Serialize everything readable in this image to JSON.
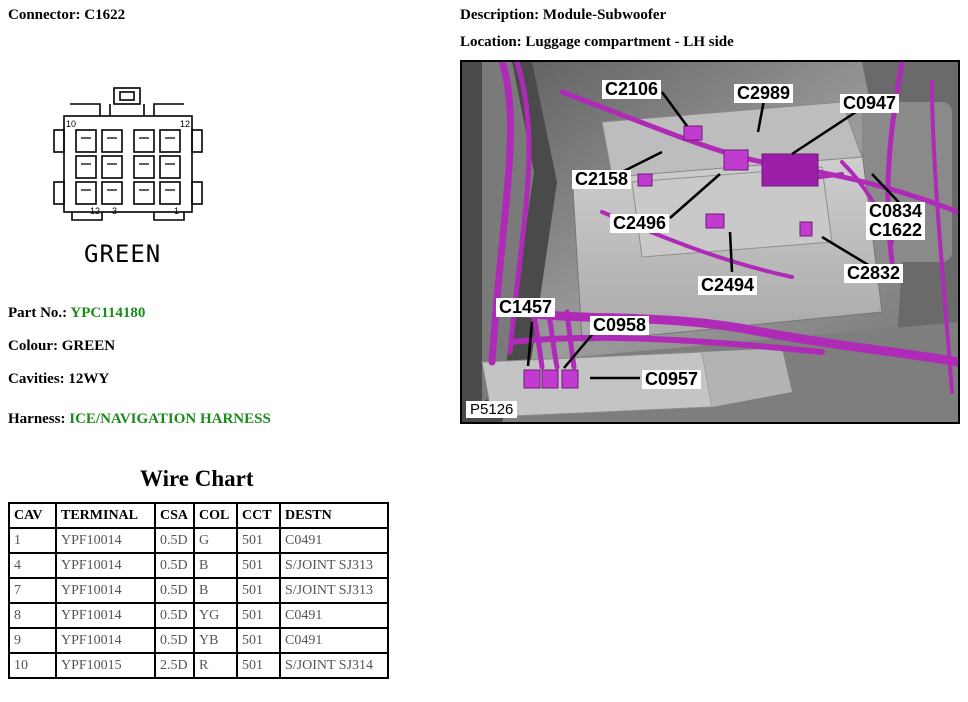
{
  "connector": {
    "label": "Connector:",
    "value": "C1622",
    "colour_text": "GREEN"
  },
  "connector_face": {
    "pins_top": [
      "10",
      "12"
    ],
    "pins_bottom": [
      "12",
      "3",
      "1"
    ]
  },
  "description": {
    "label": "Description:",
    "value": "Module-Subwoofer"
  },
  "location": {
    "label": "Location:",
    "value": "Luggage compartment - LH side"
  },
  "part": {
    "label": "Part No.:",
    "value": "YPC114180"
  },
  "colour": {
    "label": "Colour:",
    "value": "GREEN"
  },
  "cavities": {
    "label": "Cavities:",
    "value": "12WY"
  },
  "harness": {
    "label": "Harness:",
    "value": "ICE/NAVIGATION HARNESS"
  },
  "wire_chart": {
    "title": "Wire Chart",
    "headers": [
      "CAV",
      "TERMINAL",
      "CSA",
      "COL",
      "CCT",
      "DESTN"
    ],
    "rows": [
      [
        "1",
        "YPF10014",
        "0.5D",
        "G",
        "501",
        "C0491"
      ],
      [
        "4",
        "YPF10014",
        "0.5D",
        "B",
        "501",
        "S/JOINT SJ313"
      ],
      [
        "7",
        "YPF10014",
        "0.5D",
        "B",
        "501",
        "S/JOINT SJ313"
      ],
      [
        "8",
        "YPF10014",
        "0.5D",
        "YG",
        "501",
        "C0491"
      ],
      [
        "9",
        "YPF10014",
        "0.5D",
        "YB",
        "501",
        "C0491"
      ],
      [
        "10",
        "YPF10015",
        "2.5D",
        "R",
        "501",
        "S/JOINT SJ314"
      ]
    ]
  },
  "photo": {
    "reference": "P5126",
    "callouts": [
      "C2106",
      "C2989",
      "C0947",
      "C2158",
      "C2496",
      "C0834",
      "C1622",
      "C2832",
      "C2494",
      "C1457",
      "C0958",
      "C0957"
    ]
  },
  "colors": {
    "label_green": "#1a8a1a",
    "harness_purple": "#b02ab8"
  }
}
